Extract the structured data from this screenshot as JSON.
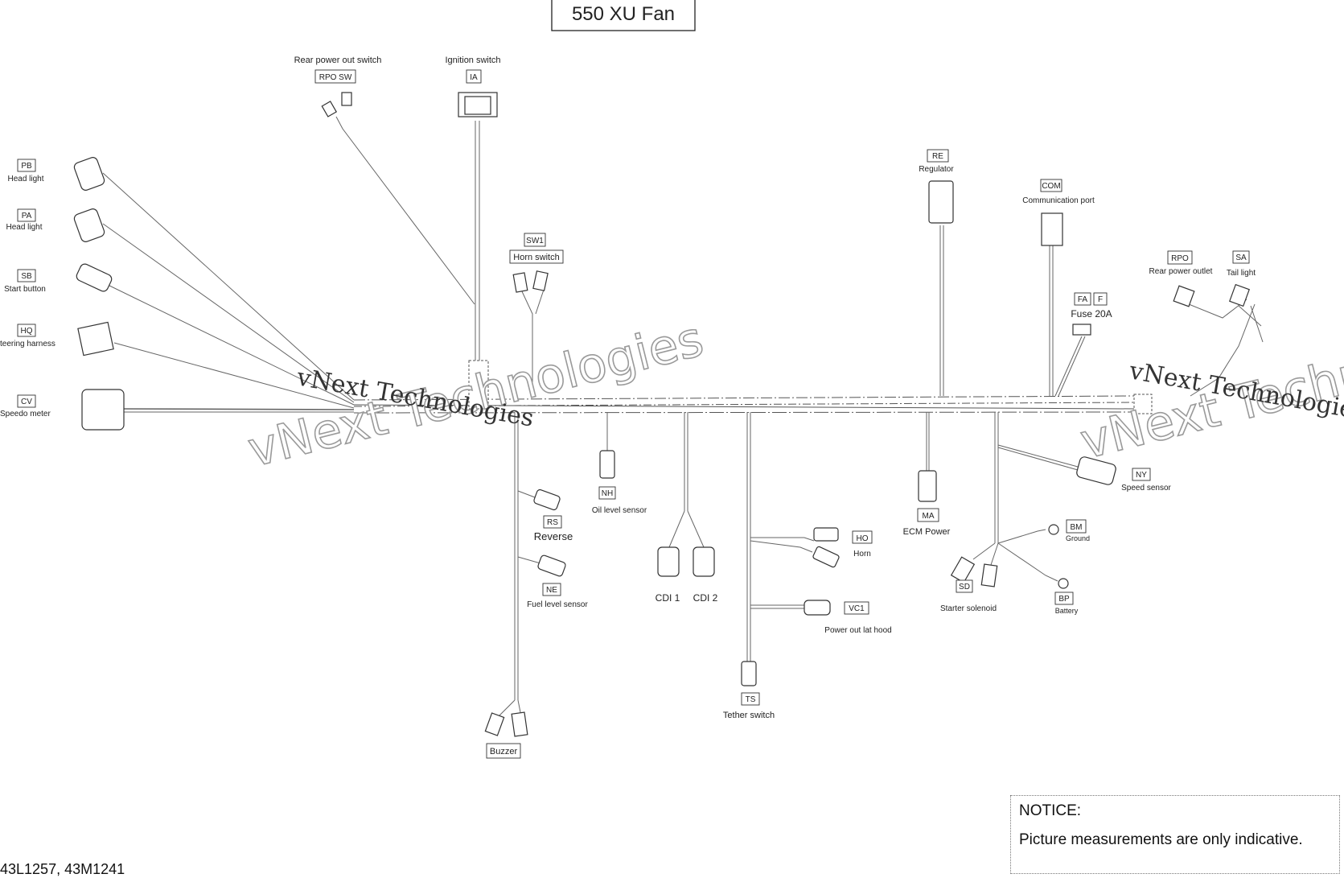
{
  "title": "550 XU Fan",
  "watermark": "vNext Technologies",
  "notice": {
    "heading": "NOTICE:",
    "text": "Picture measurements are only indicative."
  },
  "part_numbers": "43L1257, 43M1241",
  "components": [
    {
      "id": "rpo-sw",
      "code": "RPO SW",
      "name": "Rear power out switch"
    },
    {
      "id": "ia",
      "code": "IA",
      "name": "Ignition switch"
    },
    {
      "id": "pb",
      "code": "PB",
      "name": "Head light"
    },
    {
      "id": "pa",
      "code": "PA",
      "name": "Head light"
    },
    {
      "id": "sb",
      "code": "SB",
      "name": "Start button"
    },
    {
      "id": "hq",
      "code": "HQ",
      "name": "teering harness"
    },
    {
      "id": "cv",
      "code": "CV",
      "name": "Speedo meter"
    },
    {
      "id": "sw1",
      "code": "SW1",
      "name": "Horn switch"
    },
    {
      "id": "re",
      "code": "RE",
      "name": "Regulator"
    },
    {
      "id": "com",
      "code": "COM",
      "name": "Communication port"
    },
    {
      "id": "rpo",
      "code": "RPO",
      "name": "Rear power outlet"
    },
    {
      "id": "sa",
      "code": "SA",
      "name": "Tail light"
    },
    {
      "id": "fa",
      "code": "FA",
      "code2": "F",
      "name": "Fuse 20A"
    },
    {
      "id": "nh",
      "code": "NH",
      "name": "Oil level sensor"
    },
    {
      "id": "rs",
      "code": "RS",
      "name": "Reverse"
    },
    {
      "id": "ne",
      "code": "NE",
      "name": "Fuel level sensor"
    },
    {
      "id": "cdi1",
      "name": "CDI 1"
    },
    {
      "id": "cdi2",
      "name": "CDI 2"
    },
    {
      "id": "ho",
      "code": "HO",
      "name": "Horn"
    },
    {
      "id": "vc1",
      "code": "VC1",
      "name": "Power out lat hood"
    },
    {
      "id": "ts",
      "code": "TS",
      "name": "Tether switch"
    },
    {
      "id": "buzzer",
      "name": "Buzzer"
    },
    {
      "id": "ma",
      "code": "MA",
      "name": "ECM Power"
    },
    {
      "id": "ny",
      "code": "NY",
      "name": "Speed sensor"
    },
    {
      "id": "bm",
      "code": "BM",
      "name": "Ground"
    },
    {
      "id": "sd",
      "code": "SD",
      "name": "Starter solenoid"
    },
    {
      "id": "bp",
      "code": "BP",
      "name": "Battery"
    }
  ]
}
